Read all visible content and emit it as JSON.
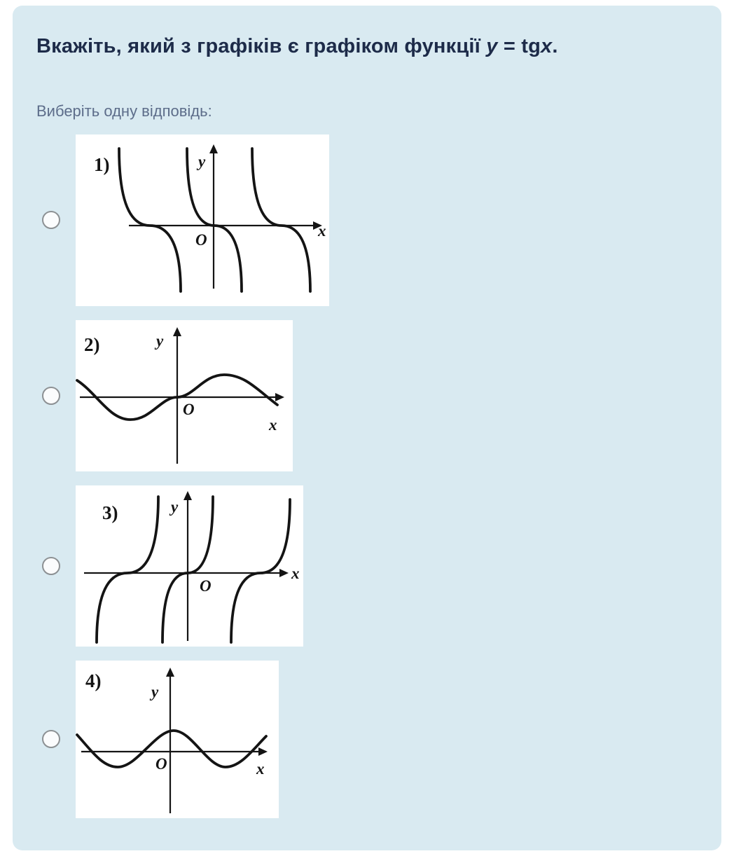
{
  "page": {
    "title": {
      "prefix": "Вкажіть, який з графіків є графіком функції ",
      "y_var": "y",
      "middle": " = tg",
      "x_var": "x",
      "suffix": "."
    },
    "prompt": "Виберіть одну відповідь:"
  },
  "options": [
    {
      "number_label": "1)",
      "y_label": "y",
      "x_label": "x",
      "origin_label": "O",
      "graph_icon": "decreasing-tangent-branches-graph",
      "selected": false
    },
    {
      "number_label": "2)",
      "y_label": "y",
      "x_label": "x",
      "origin_label": "O",
      "graph_icon": "sine-wave-graph",
      "selected": false
    },
    {
      "number_label": "3)",
      "y_label": "y",
      "x_label": "x",
      "origin_label": "O",
      "graph_icon": "increasing-tangent-branches-graph",
      "selected": false
    },
    {
      "number_label": "4)",
      "y_label": "y",
      "x_label": "x",
      "origin_label": "O",
      "graph_icon": "cosine-like-wave-graph",
      "selected": false
    }
  ],
  "colors": {
    "panel_background": "#d9eaf1",
    "title_text": "#1d2b49",
    "prompt_text": "#5d6d8a",
    "graph_ink": "#141414"
  }
}
